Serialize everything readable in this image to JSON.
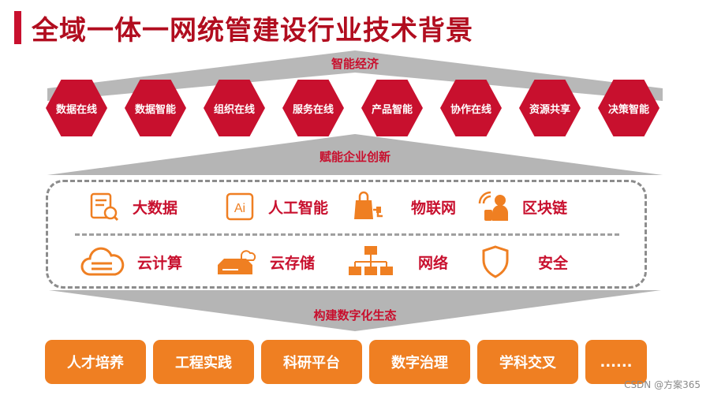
{
  "title": "全域一体一网统管建设行业技术背景",
  "sections": {
    "economy": "智能经济",
    "empower": "赋能企业创新",
    "ecosystem": "构建数字化生态"
  },
  "hexagons": [
    "数据在线",
    "数据智能",
    "组织在线",
    "服务在线",
    "产品智能",
    "协作在线",
    "资源共享",
    "决策智能"
  ],
  "tech_rows": [
    [
      {
        "label": "大数据",
        "icon": "data-report-icon"
      },
      {
        "label": "人工智能",
        "icon": "ai-icon"
      },
      {
        "label": "物联网",
        "icon": "plug-bag-icon"
      },
      {
        "label": "区块链",
        "icon": "person-signal-icon"
      }
    ],
    [
      {
        "label": "云计算",
        "icon": "cloud-icon"
      },
      {
        "label": "云存储",
        "icon": "cloud-storage-icon"
      },
      {
        "label": "网络",
        "icon": "network-icon"
      },
      {
        "label": "安全",
        "icon": "shield-icon"
      }
    ]
  ],
  "bottom_items": [
    "人才培养",
    "工程实践",
    "科研平台",
    "数字治理",
    "学科交叉",
    "......"
  ],
  "watermark": "CSDN @方案365",
  "colors": {
    "accent_red": "#c8102e",
    "orange": "#ef7f22",
    "grey": "#8c8c8c"
  }
}
